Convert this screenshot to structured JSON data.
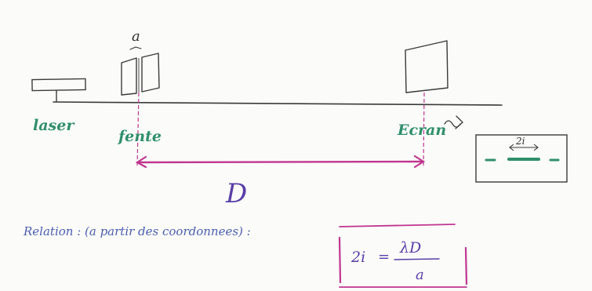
{
  "labels": {
    "slit_width": "a",
    "laser": "laser",
    "slit": "fente",
    "screen": "Ecran",
    "distance": "D",
    "fringe_width": "2i"
  },
  "relation": {
    "intro": "Relation : (a partir des coordonnees) :",
    "lhs": "2i",
    "equals": "=",
    "numerator": "λD",
    "denominator": "a"
  },
  "colors": {
    "ink": "#3a3a3a",
    "green": "#2f8f6a",
    "magenta": "#c0368f",
    "purple": "#6a4fb0",
    "blue_note": "#4a5fae"
  }
}
